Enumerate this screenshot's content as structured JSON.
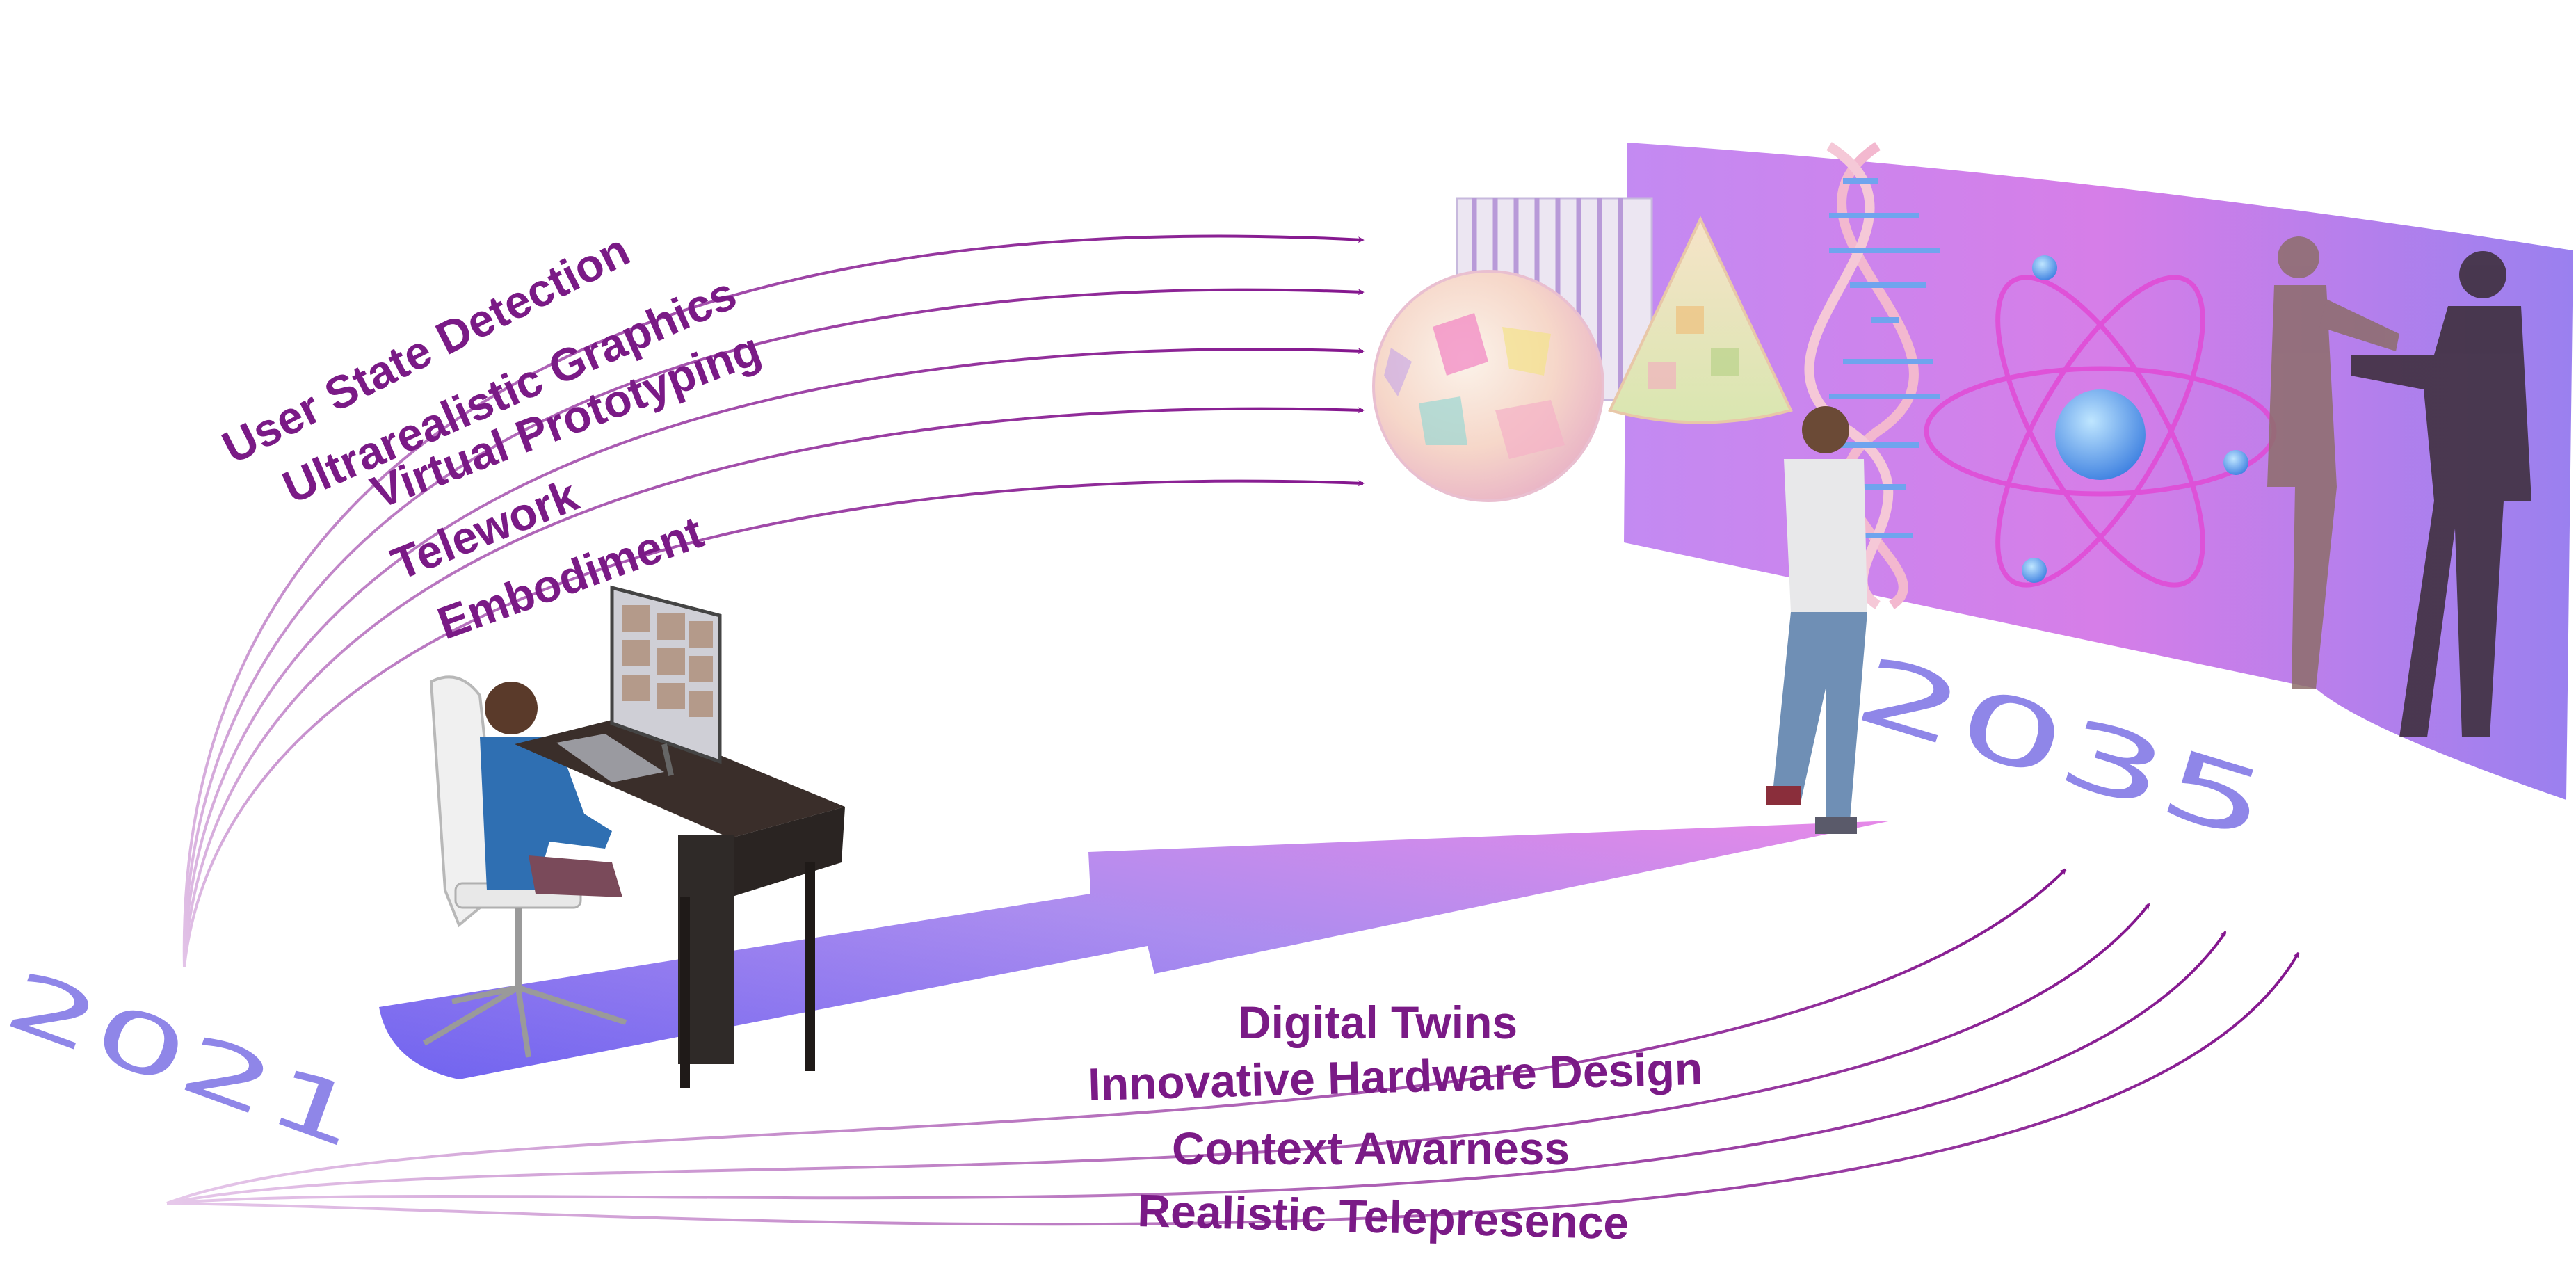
{
  "colors": {
    "label": "#7a1a86",
    "arrow": "#84168e",
    "year": "#8f86e8",
    "path_start": "#6c5cf0",
    "path_end": "#e07ae6"
  },
  "years": {
    "start": "2021",
    "end": "2035"
  },
  "top_topics": [
    "User State Detection",
    "Ultrarealistic Graphics",
    "Virtual Prototyping",
    "Telework",
    "Embodiment"
  ],
  "bottom_topics": [
    "Digital Twins",
    "Innovative Hardware Design",
    "Context Awarness",
    "Realistic Telepresence"
  ],
  "icons": {
    "present": [
      "office-worker-at-desk-icon",
      "monitor-video-call-icon"
    ],
    "future": [
      "vr-sphere-icon",
      "cone-icon",
      "striped-cube-icon",
      "dna-helix-icon",
      "atom-icon",
      "walking-person-icon",
      "avatar-people-icon"
    ]
  }
}
